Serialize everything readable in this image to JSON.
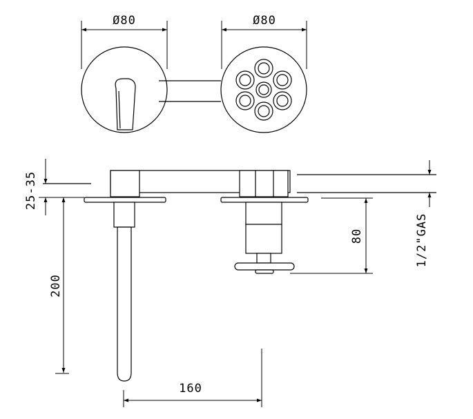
{
  "dimensions": {
    "top_left_diameter": "Ø80",
    "top_right_diameter": "Ø80",
    "wall_thickness": "25-35",
    "spout_height": "200",
    "handle_depth": "80",
    "connection_thread": "1/2\"GAS",
    "spout_projection": "160"
  }
}
